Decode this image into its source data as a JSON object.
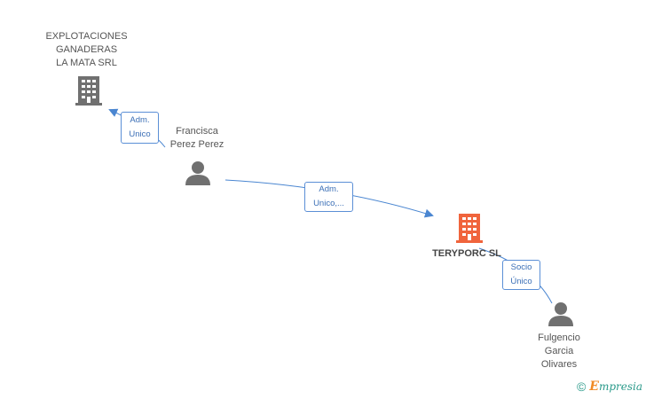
{
  "colors": {
    "edge": "#4a86d1",
    "icon_company": "#707070",
    "icon_main": "#f0643c",
    "icon_person": "#707070"
  },
  "nodes": {
    "explotaciones": {
      "label": "EXPLOTACIONES\nGANADERAS\nLA MATA SRL",
      "icon": "building-icon"
    },
    "francisca": {
      "label": "Francisca\nPerez Perez",
      "icon": "person-icon"
    },
    "teryporc": {
      "label": "TERYPORC SL",
      "icon": "building-icon"
    },
    "fulgencio": {
      "label": "Fulgencio\nGarcia\nOlivares",
      "icon": "person-icon"
    }
  },
  "edges": {
    "e1": {
      "label": "Adm.\nUnico"
    },
    "e2": {
      "label": "Adm.\nUnico,..."
    },
    "e3": {
      "label": "Socio\nÚnico"
    }
  },
  "footer": {
    "copyright": "©",
    "brand_initial": "E",
    "brand_rest": "mpresia"
  }
}
